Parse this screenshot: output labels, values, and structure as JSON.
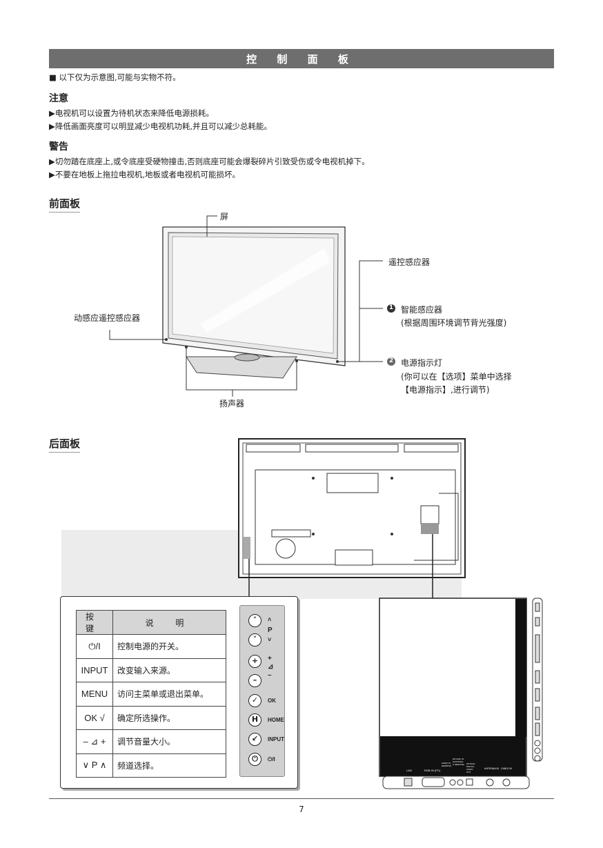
{
  "title": "控 制 面 板",
  "intro": "■ 以下仅为示意图,可能与实物不符。",
  "notice": {
    "heading": "注意",
    "items": [
      "▶电视机可以设置为待机状态来降低电源损耗。",
      "▶降低画面亮度可以明显减少电视机功耗,并且可以减少总耗能。"
    ]
  },
  "warning": {
    "heading": "警告",
    "items": [
      "▶切勿踏在底座上,或令底座受硬物撞击,否则底座可能会爆裂碎片引致受伤或令电视机掉下。",
      "▶不要在地板上拖拉电视机,地板或者电视机可能损坏。"
    ]
  },
  "front": {
    "title": "前面板",
    "screen": "屏",
    "remote_sensor": "遥控感应器",
    "smart_sensor": "智能感应器",
    "smart_sensor_desc": "(根据周围环境调节背光强度)",
    "power_led": "电源指示灯",
    "power_led_desc1": "(你可以在【选项】菜单中选择",
    "power_led_desc2": "【电源指示】,进行调节)",
    "motion_sensor": "动感应遥控感应器",
    "speaker": "扬声器",
    "num1": "1",
    "num2": "2"
  },
  "rear": {
    "title": "后面板",
    "table_header_key": "按 键",
    "table_header_desc": "说 明",
    "rows": [
      {
        "key": "⏻/I",
        "desc": "控制电源的开关。"
      },
      {
        "key": "INPUT",
        "desc": "改变输入来源。"
      },
      {
        "key": "MENU",
        "desc": "访问主菜单或退出菜单。"
      },
      {
        "key": "OK √",
        "desc": "确定所选操作。"
      },
      {
        "key": "– ⊿ +",
        "desc": "调节音量大小。"
      },
      {
        "key": "∨ P ∧",
        "desc": "频道选择。"
      }
    ],
    "buttons": [
      {
        "icon": "˄",
        "label": "P"
      },
      {
        "icon": "˅",
        "label": ""
      },
      {
        "icon": "+",
        "label": "+"
      },
      {
        "icon": "–",
        "label": "–"
      },
      {
        "icon": "✓",
        "label": "OK"
      },
      {
        "icon": "H",
        "label": "HOME"
      },
      {
        "icon": "↙",
        "label": "INPUT"
      },
      {
        "icon": "⏻",
        "label": "⏻/I"
      }
    ],
    "ports": [
      "LAN",
      "RGB IN (PC)",
      "AUDIO IN (RGB/DVI)",
      "RS-232C IN (CONTROL & SERVICE)",
      "OPTICAL DIGITAL AUDIO OUT",
      "ANTENNA IN",
      "CABLE IN"
    ]
  },
  "page_number": "7"
}
